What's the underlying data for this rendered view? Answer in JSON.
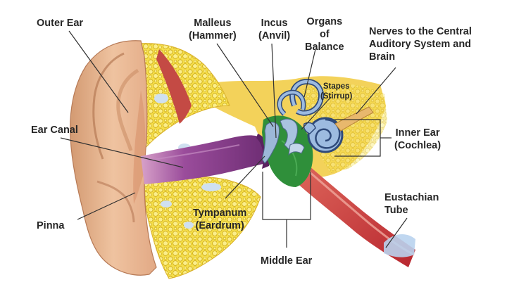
{
  "diagram": {
    "labels": {
      "outer_ear": "Outer Ear",
      "malleus": "Malleus\n(Hammer)",
      "incus": "Incus\n(Anvil)",
      "organs_of_balance": "Organs\nof\nBalance",
      "nerves": "Nerves to the Central\nAuditory System and\nBrain",
      "stapes": "Stapes\n(Stirrup)",
      "ear_canal": "Ear Canal",
      "inner_ear": "Inner Ear\n(Cochlea)",
      "eustachian_tube": "Eustachian\nTube",
      "pinna": "Pinna",
      "tympanum": "Tympanum\n(Eardrum)",
      "middle_ear": "Middle Ear"
    },
    "colors": {
      "skin": "#e7b58f",
      "skin_dark": "#c98b62",
      "bone": "#f6df4a",
      "bone_outline": "#c9a514",
      "canal": "#8a3d8e",
      "middle_ear_cavity": "#2f8f3a",
      "tube": "#c7353a",
      "muscle": "#c44a44",
      "inner_ear": "#9dbbe0",
      "label_text": "#262626",
      "leader_line": "#303030"
    }
  }
}
